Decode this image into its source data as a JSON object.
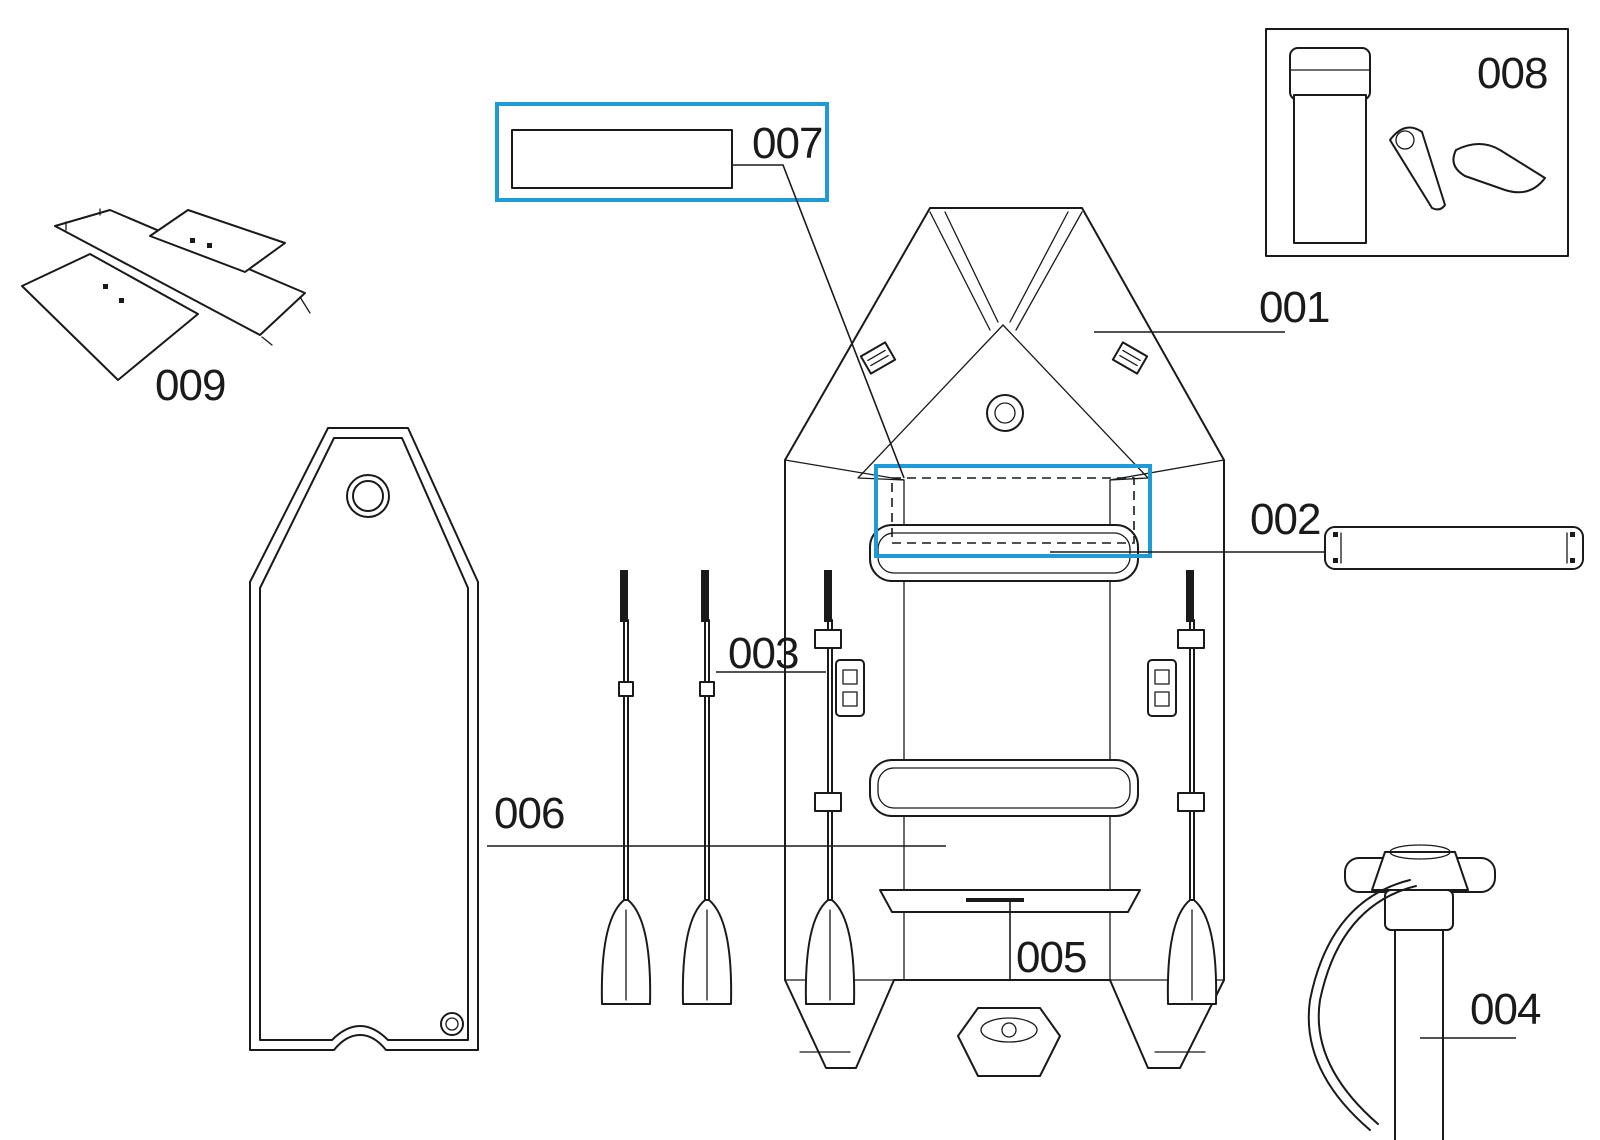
{
  "parts": [
    {
      "id": "p001",
      "number": "001"
    },
    {
      "id": "p002",
      "number": "002"
    },
    {
      "id": "p003",
      "number": "003"
    },
    {
      "id": "p004",
      "number": "004"
    },
    {
      "id": "p005",
      "number": "005"
    },
    {
      "id": "p006",
      "number": "006"
    },
    {
      "id": "p007",
      "number": "007"
    },
    {
      "id": "p008",
      "number": "008"
    },
    {
      "id": "p009",
      "number": "009"
    }
  ],
  "colors": {
    "highlight": "#1e9bd7",
    "ink": "#1a1a1a",
    "background": "#ffffff"
  }
}
